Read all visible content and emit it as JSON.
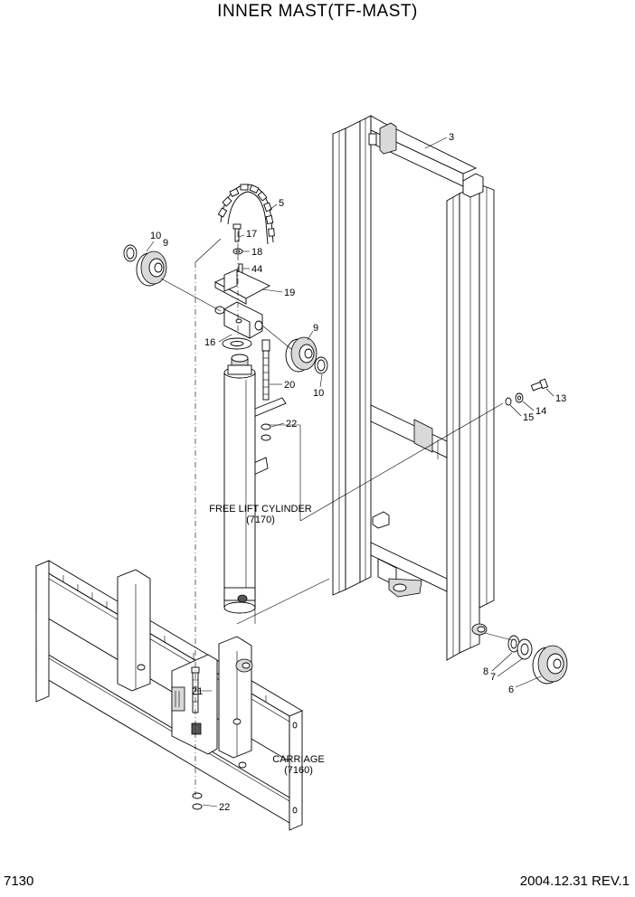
{
  "title": "INNER MAST(TF-MAST)",
  "page_code": "7130",
  "revision": "2004.12.31  REV.1",
  "part_callouts": [
    "3",
    "5",
    "17",
    "18",
    "44",
    "19",
    "16",
    "9",
    "10",
    "20",
    "22",
    "13",
    "14",
    "15",
    "8",
    "7",
    "6",
    "21"
  ],
  "assembly_labels": {
    "free_lift_cylinder": "FREE LIFT CYLINDER",
    "free_lift_cylinder_ref": "(7170)",
    "carriage": "CARRIAGE",
    "carriage_ref": "(7160)"
  }
}
